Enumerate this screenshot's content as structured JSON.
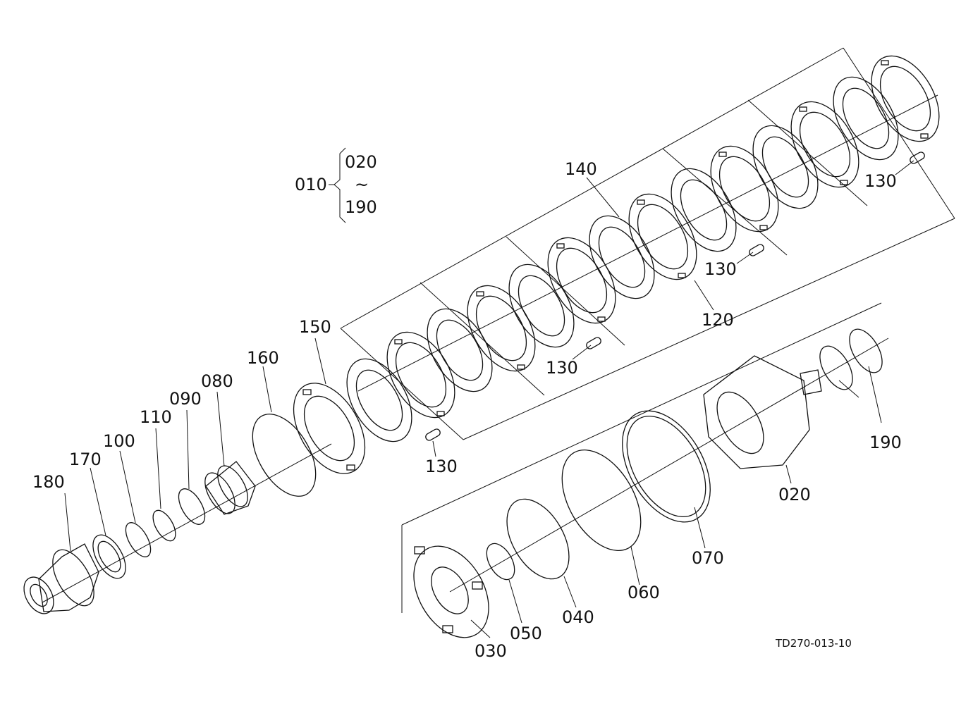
{
  "drawing_code": "TD270-013-10",
  "assembly": {
    "number": "010",
    "range_start": "020",
    "range_sep": "~",
    "range_end": "190"
  },
  "labels": {
    "p020": "020",
    "p030": "030",
    "p040": "040",
    "p050": "050",
    "p060": "060",
    "p070": "070",
    "p080": "080",
    "p090": "090",
    "p100": "100",
    "p110": "110",
    "p120": "120",
    "p130": "130",
    "p140": "140",
    "p150": "150",
    "p160": "160",
    "p170": "170",
    "p180": "180",
    "p190": "190"
  }
}
